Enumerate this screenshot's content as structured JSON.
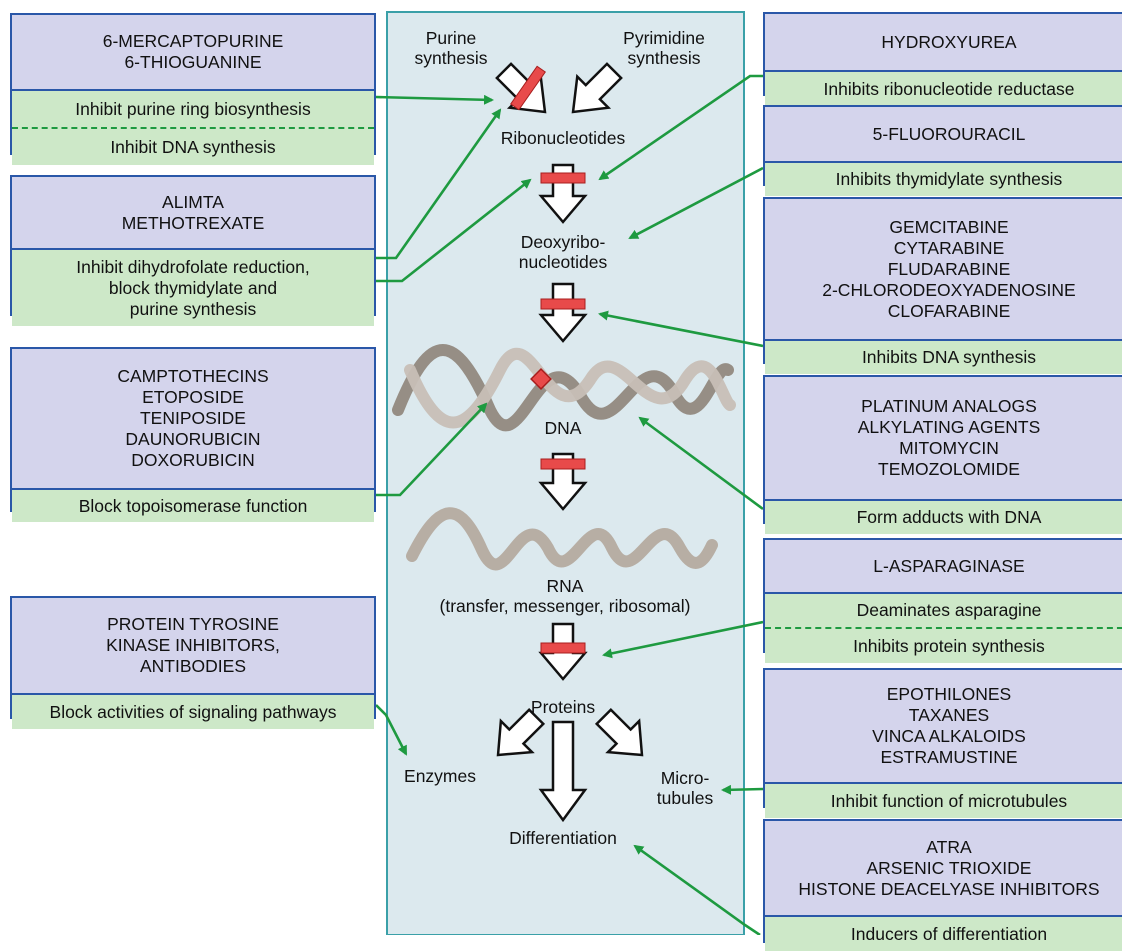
{
  "pathway": {
    "purine_synthesis": "Purine\nsynthesis",
    "pyrimidine_synthesis": "Pyrimidine\nsynthesis",
    "ribonucleotides": "Ribonucleotides",
    "deoxyribonucleotides": "Deoxyribo-\nnucleotides",
    "dna": "DNA",
    "rna": "RNA\n(transfer, messenger, ribosomal)",
    "proteins": "Proteins",
    "enzymes": "Enzymes",
    "microtubules": "Micro-\ntubules",
    "differentiation": "Differentiation"
  },
  "left_boxes": [
    {
      "name": "6-MERCAPTOPURINE\n6-THIOGUANINE",
      "effects": [
        "Inhibit purine ring biosynthesis",
        "Inhibit DNA synthesis"
      ]
    },
    {
      "name": "ALIMTA\nMETHOTREXATE",
      "effects": [
        "Inhibit dihydrofolate reduction,\nblock thymidylate and\npurine synthesis"
      ]
    },
    {
      "name": "CAMPTOTHECINS\nETOPOSIDE\nTENIPOSIDE\nDAUNORUBICIN\nDOXORUBICIN",
      "effects": [
        "Block topoisomerase function"
      ]
    },
    {
      "name": "PROTEIN TYROSINE\nKINASE INHIBITORS,\nANTIBODIES",
      "effects": [
        "Block activities of signaling pathways"
      ]
    }
  ],
  "right_boxes": [
    {
      "name": "HYDROXYUREA",
      "effects": [
        "Inhibits ribonucleotide reductase"
      ]
    },
    {
      "name": "5-FLUOROURACIL",
      "effects": [
        "Inhibits thymidylate synthesis"
      ]
    },
    {
      "name": "GEMCITABINE\nCYTARABINE\nFLUDARABINE\n2-CHLORODEOXYADENOSINE\nCLOFARABINE",
      "effects": [
        "Inhibits DNA synthesis"
      ]
    },
    {
      "name": "PLATINUM ANALOGS\nALKYLATING AGENTS\nMITOMYCIN\nTEMOZOLOMIDE",
      "effects": [
        "Form adducts with DNA"
      ]
    },
    {
      "name": "L-ASPARAGINASE",
      "effects": [
        "Deaminates asparagine",
        "Inhibits protein synthesis"
      ]
    },
    {
      "name": "EPOTHILONES\nTAXANES\nVINCA ALKALOIDS\nESTRAMUSTINE",
      "effects": [
        "Inhibit function of microtubules"
      ]
    },
    {
      "name": "ATRA\nARSENIC TRIOXIDE\nHISTONE DEACELYASE INHIBITORS",
      "effects": [
        "Inducers of differentiation"
      ]
    }
  ],
  "colors": {
    "panel_fill": "#dce9ee",
    "panel_border": "#3aa0a8",
    "box_border": "#2a57a8",
    "name_fill": "#d4d4ec",
    "effect_fill": "#cde8c8",
    "connector": "#1e9a40",
    "block": "#e84a4a"
  }
}
